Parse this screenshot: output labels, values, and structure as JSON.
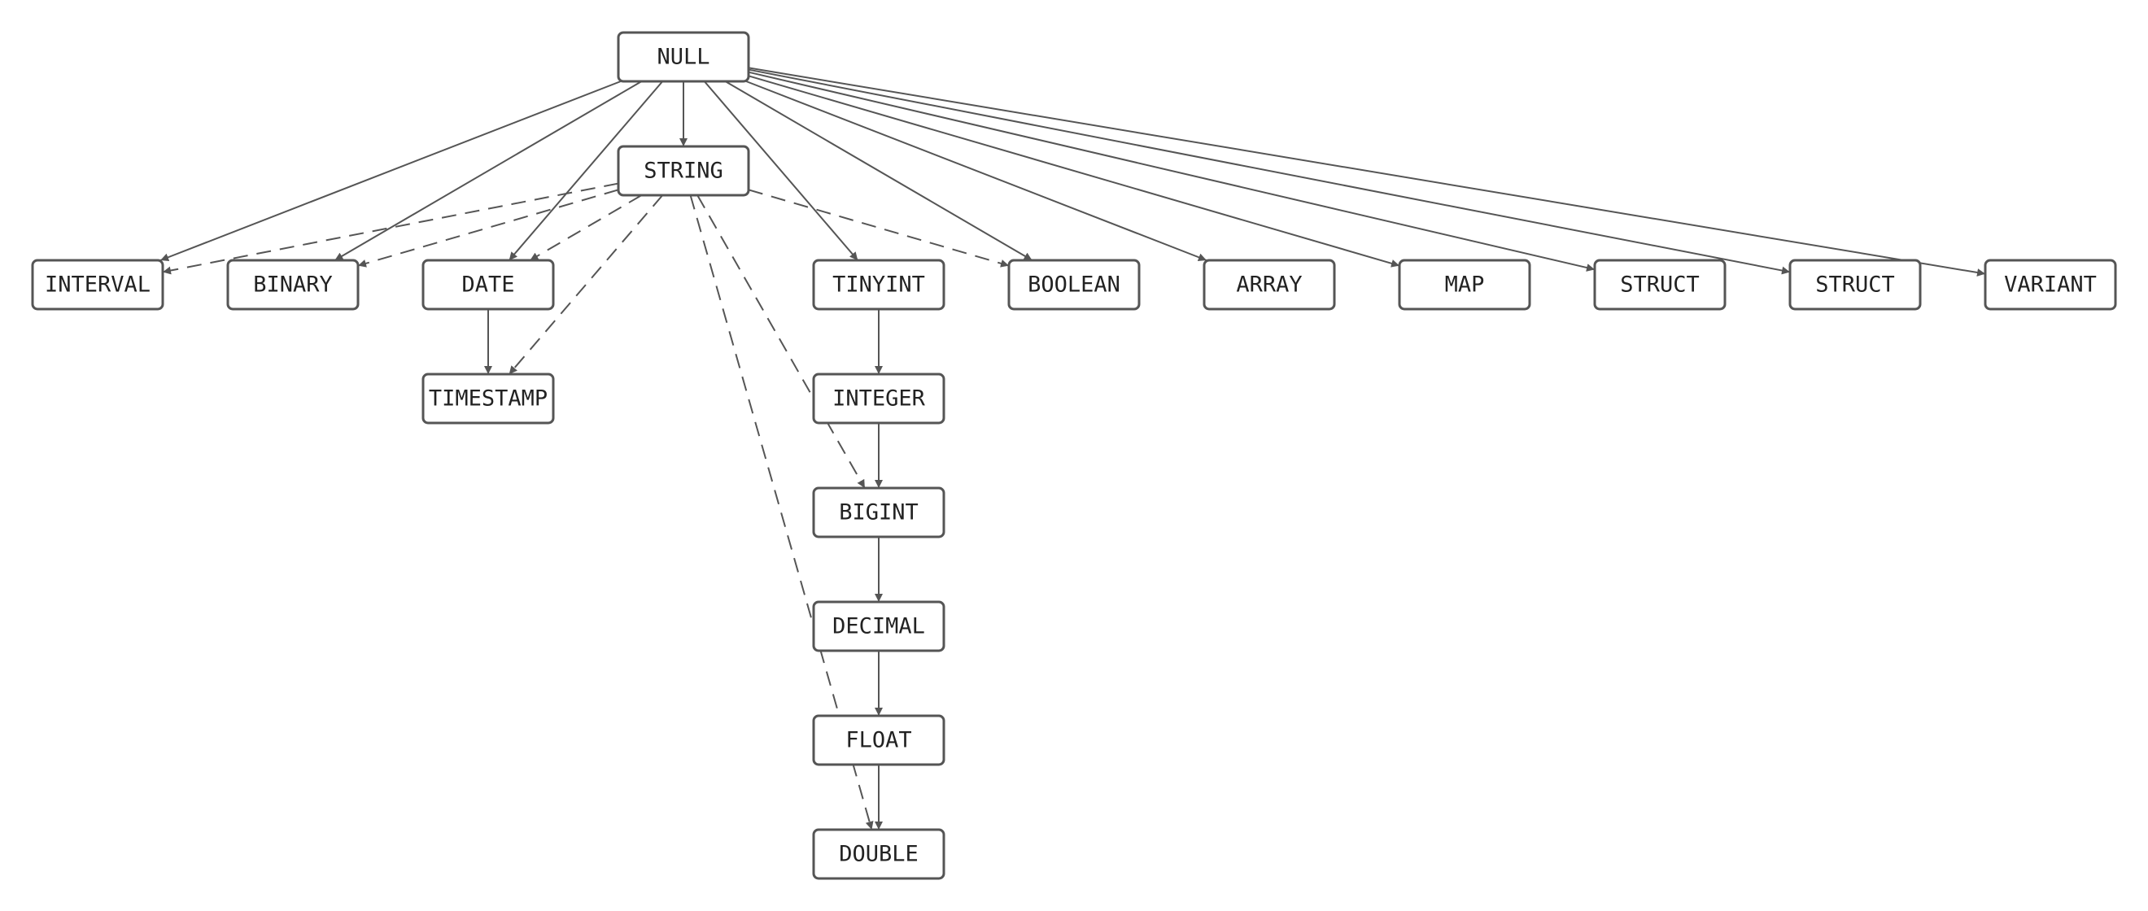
{
  "nodes": [
    {
      "id": "null",
      "label": "NULL"
    },
    {
      "id": "string",
      "label": "STRING"
    },
    {
      "id": "interval",
      "label": "INTERVAL"
    },
    {
      "id": "binary",
      "label": "BINARY"
    },
    {
      "id": "date",
      "label": "DATE"
    },
    {
      "id": "timestamp",
      "label": "TIMESTAMP"
    },
    {
      "id": "tinyint",
      "label": "TINYINT"
    },
    {
      "id": "integer",
      "label": "INTEGER"
    },
    {
      "id": "bigint",
      "label": "BIGINT"
    },
    {
      "id": "decimal",
      "label": "DECIMAL"
    },
    {
      "id": "float",
      "label": "FLOAT"
    },
    {
      "id": "double",
      "label": "DOUBLE"
    },
    {
      "id": "boolean",
      "label": "BOOLEAN"
    },
    {
      "id": "array",
      "label": "ARRAY"
    },
    {
      "id": "map",
      "label": "MAP"
    },
    {
      "id": "struct1",
      "label": "STRUCT"
    },
    {
      "id": "struct2",
      "label": "STRUCT"
    },
    {
      "id": "variant",
      "label": "VARIANT"
    }
  ],
  "edges": [
    {
      "from": "null",
      "to": "string",
      "style": "solid"
    },
    {
      "from": "null",
      "to": "interval",
      "style": "solid"
    },
    {
      "from": "null",
      "to": "binary",
      "style": "solid"
    },
    {
      "from": "null",
      "to": "date",
      "style": "solid"
    },
    {
      "from": "null",
      "to": "tinyint",
      "style": "solid"
    },
    {
      "from": "null",
      "to": "boolean",
      "style": "solid"
    },
    {
      "from": "null",
      "to": "array",
      "style": "solid"
    },
    {
      "from": "null",
      "to": "map",
      "style": "solid"
    },
    {
      "from": "null",
      "to": "struct1",
      "style": "solid"
    },
    {
      "from": "null",
      "to": "struct2",
      "style": "solid"
    },
    {
      "from": "null",
      "to": "variant",
      "style": "solid"
    },
    {
      "from": "date",
      "to": "timestamp",
      "style": "solid"
    },
    {
      "from": "tinyint",
      "to": "integer",
      "style": "solid"
    },
    {
      "from": "integer",
      "to": "bigint",
      "style": "solid"
    },
    {
      "from": "bigint",
      "to": "decimal",
      "style": "solid"
    },
    {
      "from": "decimal",
      "to": "float",
      "style": "solid"
    },
    {
      "from": "float",
      "to": "double",
      "style": "solid"
    },
    {
      "from": "string",
      "to": "interval",
      "style": "dashed"
    },
    {
      "from": "string",
      "to": "binary",
      "style": "dashed"
    },
    {
      "from": "string",
      "to": "date",
      "style": "dashed"
    },
    {
      "from": "string",
      "to": "timestamp",
      "style": "dashed"
    },
    {
      "from": "string",
      "to": "bigint",
      "style": "dashed"
    },
    {
      "from": "string",
      "to": "double",
      "style": "dashed"
    },
    {
      "from": "string",
      "to": "boolean",
      "style": "dashed"
    }
  ],
  "colors": {
    "stroke": "#555555",
    "text": "#222222",
    "background": "#ffffff"
  }
}
